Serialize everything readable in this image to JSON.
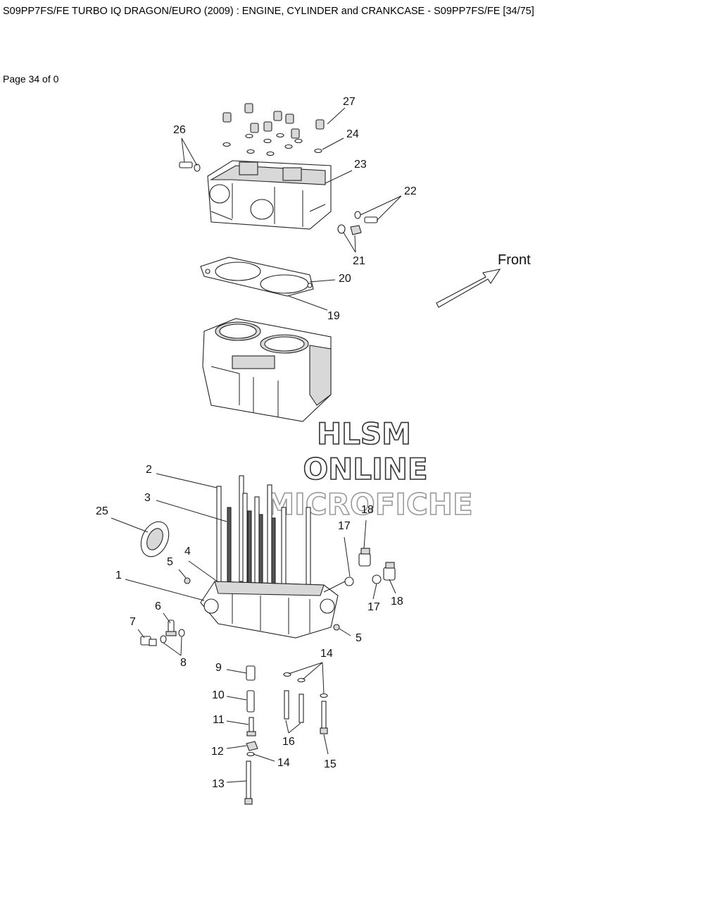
{
  "header": {
    "title": "S09PP7FS/FE TURBO IQ DRAGON/EURO (2009) : ENGINE, CYLINDER and CRANKCASE - S09PP7FS/FE [34/75]",
    "page_info": "Page 34 of 0"
  },
  "diagram": {
    "front_label": "Front",
    "watermark": [
      "HLSM",
      "ONLINE",
      "MICROFICHE"
    ],
    "callouts": {
      "c27": "27",
      "c26": "26",
      "c24": "24",
      "c23": "23",
      "c22": "22",
      "c21": "21",
      "c20": "20",
      "c19": "19",
      "c2": "2",
      "c3": "3",
      "c25": "25",
      "c18a": "18",
      "c17a": "17",
      "c4": "4",
      "c5a": "5",
      "c1": "1",
      "c17b": "17",
      "c18b": "18",
      "c6": "6",
      "c7": "7",
      "c5b": "5",
      "c8": "8",
      "c14a": "14",
      "c9": "9",
      "c10": "10",
      "c11": "11",
      "c16": "16",
      "c15": "15",
      "c12": "12",
      "c14b": "14",
      "c13": "13"
    }
  }
}
